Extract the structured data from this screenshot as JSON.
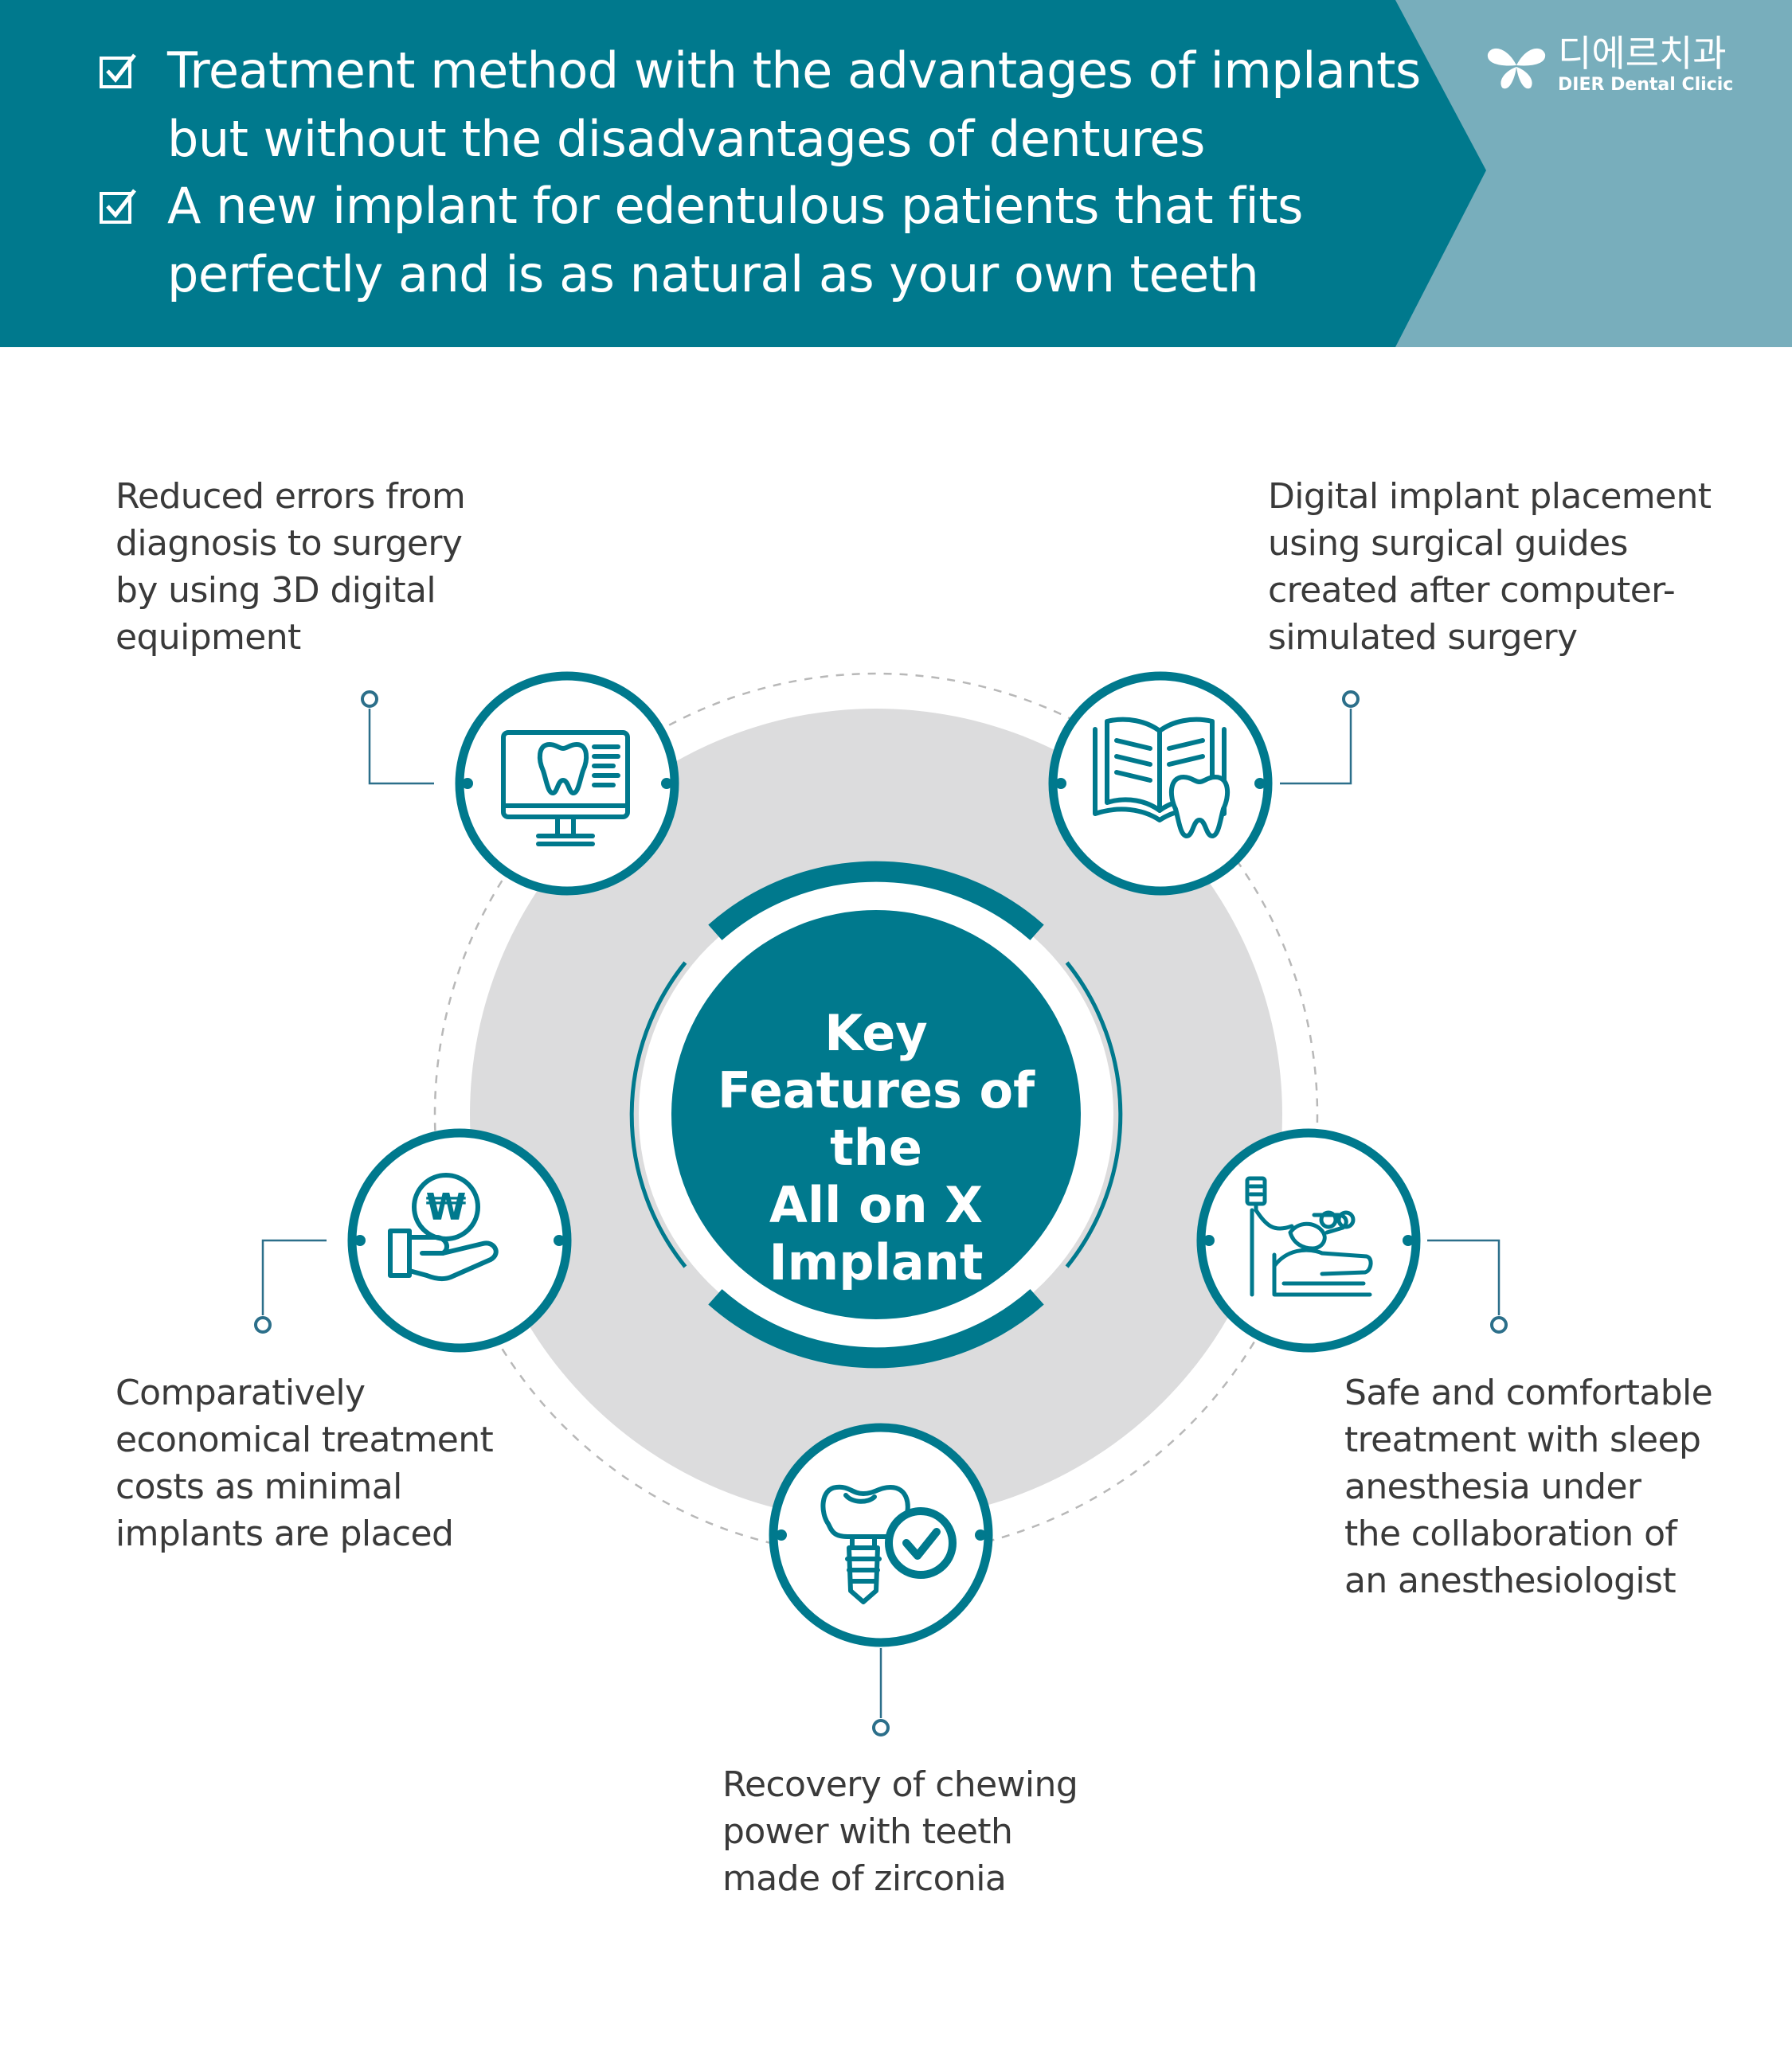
{
  "header": {
    "bullets": [
      {
        "line1": "Treatment method with the advantages of implants",
        "line2": "but without the disadvantages of dentures"
      },
      {
        "line1": "A new implant for edentulous patients that fits",
        "line2": "perfectly and is as natural as your own teeth"
      }
    ],
    "brand": {
      "korean_name": "디에르치과",
      "english_name": "DIER Dental Clicic"
    },
    "colors": {
      "teal": "#00798d",
      "light_teal": "#78aebc"
    }
  },
  "center": {
    "lines": [
      "Key",
      "Features of the",
      "All on X",
      "Implant"
    ]
  },
  "features": [
    {
      "icon": "computer-monitor-tooth-icon",
      "lines": [
        "Reduced errors from",
        "diagnosis to surgery",
        "by using 3D digital",
        "equipment"
      ]
    },
    {
      "icon": "book-tooth-icon",
      "lines": [
        "Digital implant placement",
        "using surgical guides",
        "created after computer-",
        "simulated surgery"
      ]
    },
    {
      "icon": "hand-won-coin-icon",
      "lines": [
        "Comparatively",
        "economical treatment",
        "costs as minimal",
        "implants are placed"
      ]
    },
    {
      "icon": "anesthesia-iv-icon",
      "lines": [
        "Safe and comfortable",
        "treatment with sleep",
        "anesthesia under",
        "the collaboration of",
        "an anesthesiologist"
      ]
    },
    {
      "icon": "implant-checkmark-icon",
      "lines": [
        "Recovery of chewing",
        "power with teeth",
        "made of zirconia"
      ]
    }
  ]
}
